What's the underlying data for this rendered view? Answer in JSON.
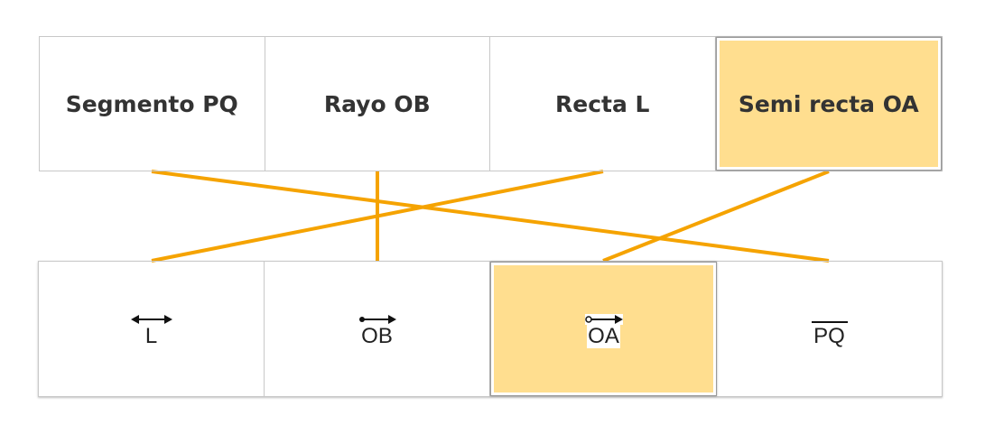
{
  "colors": {
    "selected_fill": "#ffde8f",
    "connector": "#f5a300",
    "border": "#c8c8c8"
  },
  "top_items": [
    {
      "label": "Segmento PQ",
      "selected": false
    },
    {
      "label": "Rayo OB",
      "selected": false
    },
    {
      "label": "Recta L",
      "selected": false
    },
    {
      "label": "Semi recta OA",
      "selected": true
    }
  ],
  "bottom_items": [
    {
      "text": "L",
      "symbol": "line-arrows-both-icon",
      "selected": false
    },
    {
      "text": "OB",
      "symbol": "ray-filled-dot-icon",
      "selected": false
    },
    {
      "text": "OA",
      "symbol": "ray-open-dot-icon",
      "selected": true
    },
    {
      "text": "PQ",
      "symbol": "segment-bar-icon",
      "selected": false
    }
  ],
  "connections": [
    {
      "from": "Segmento PQ",
      "to": "PQ"
    },
    {
      "from": "Rayo OB",
      "to": "OB"
    },
    {
      "from": "Recta L",
      "to": "L"
    },
    {
      "from": "Semi recta OA",
      "to": "OA"
    }
  ]
}
